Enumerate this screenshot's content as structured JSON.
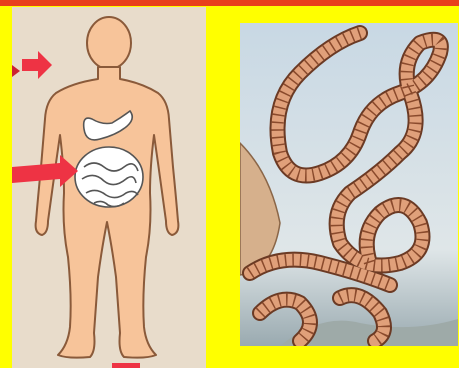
{
  "slide": {
    "colors": {
      "background": "#ffff00",
      "top_bar": "#e8401c",
      "left_panel_bg": "#e8dccb",
      "body_fill": "#f7c49a",
      "body_outline": "#8a5a3a",
      "arrow": "#ee3344",
      "right_panel_sky": "#cfdde6",
      "worm_fill": "#e0a07a",
      "worm_outline": "#6b3a24"
    },
    "left_panel": {
      "content": "human-body-illustration-with-intestines",
      "arrows": [
        "arrow-right-head",
        "arrow-right-abdomen",
        "arrow-bottom"
      ]
    },
    "right_panel": {
      "content": "tapeworm-illustration"
    }
  }
}
